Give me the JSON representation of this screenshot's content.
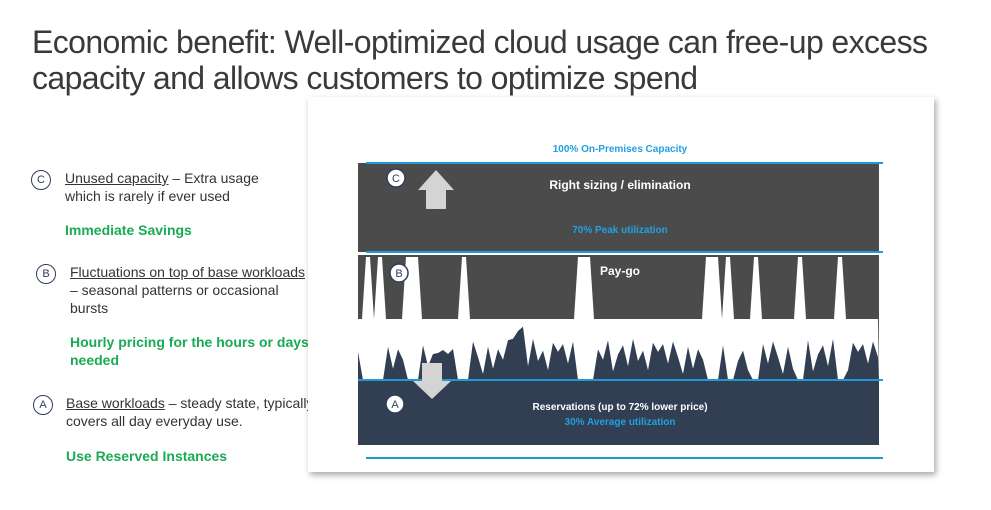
{
  "title": {
    "line1": "Economic benefit: Well-optimized cloud usage can free-up excess",
    "line2": "capacity and allows customers to optimize spend"
  },
  "legend": {
    "c": {
      "badge": "C",
      "heading": "Unused capacity",
      "rest": " – Extra usage",
      "line2": "which is rarely if ever used",
      "benefit": "Immediate Savings"
    },
    "b": {
      "badge": "B",
      "heading": "Fluctuations on top of base workloads",
      "line2": "– seasonal patterns or occasional",
      "line3": "bursts",
      "benefit1": "Hourly pricing for the hours or days",
      "benefit2": "needed"
    },
    "a": {
      "badge": "A",
      "heading": "Base workloads",
      "rest": " – steady state, typically",
      "line2": "covers all day everyday use.",
      "benefit": "Use Reserved Instances"
    }
  },
  "diagram": {
    "capacity_label": "100% On-Premises Capacity",
    "zone_c_label": "Right sizing / elimination",
    "peak_label": "70% Peak utilization",
    "zone_b_label": "Pay-go",
    "zone_a_label": "Reservations (up to 72% lower price)",
    "avg_label": "30% Average utilization",
    "badge_c": "C",
    "badge_b": "B",
    "badge_a": "A",
    "capacity_pct": 100,
    "peak_pct": 70,
    "avg_pct": 30,
    "colors": {
      "accent_line": "#1e9ad6",
      "zone_c": "#4b4b4b",
      "zone_b": "#4b4b4b",
      "zone_a": "#323e52",
      "arrow": "#d4d4d4",
      "label_blue": "#21a1e0"
    }
  }
}
